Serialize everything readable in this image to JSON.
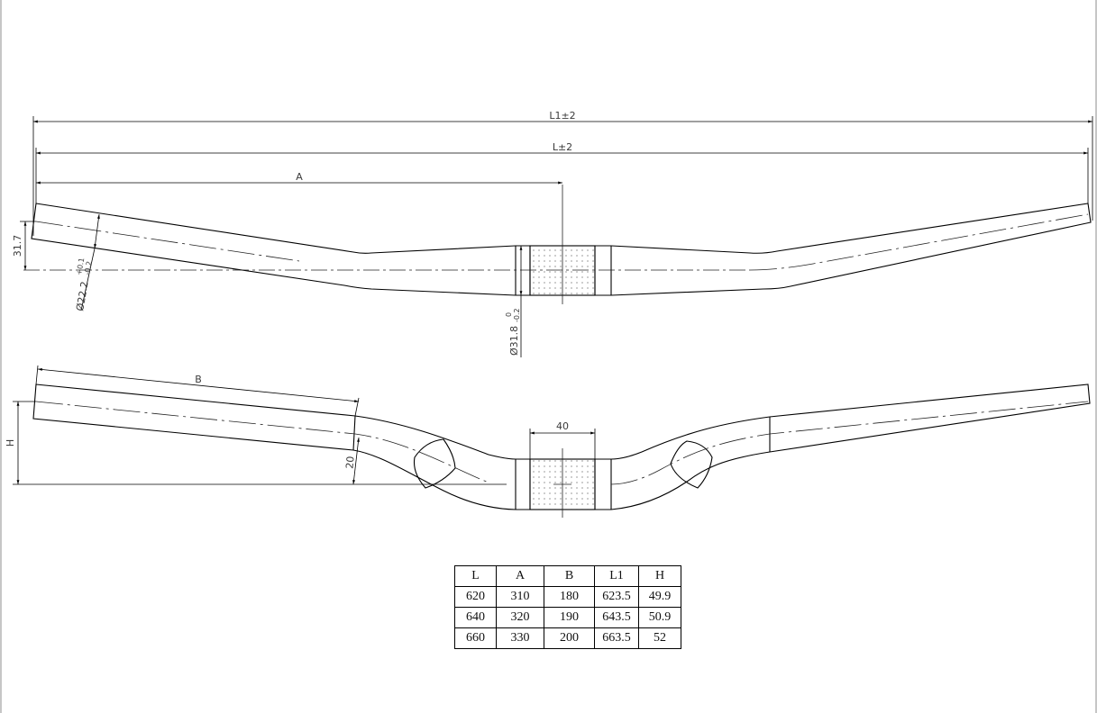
{
  "top_view": {
    "dim_L1": "L1±2",
    "dim_L": "L±2",
    "dim_A": "A",
    "dim_rise_offset": "31.7",
    "dim_end_diameter": "Ø22.2",
    "dim_end_tol_upper": "+0.1",
    "dim_end_tol_lower": "-0.2",
    "dim_clamp_diameter": "Ø31.8",
    "dim_clamp_tol_upper": "0",
    "dim_clamp_tol_lower": "-0.2"
  },
  "front_view": {
    "dim_B": "B",
    "dim_H": "H",
    "dim_20": "20",
    "dim_40": "40"
  },
  "size_table": {
    "columns": [
      "L",
      "A",
      "B",
      "L1",
      "H"
    ],
    "rows": [
      [
        "620",
        "310",
        "180",
        "623.5",
        "49.9"
      ],
      [
        "640",
        "320",
        "190",
        "643.5",
        "50.9"
      ],
      [
        "660",
        "330",
        "200",
        "663.5",
        "52"
      ]
    ]
  }
}
